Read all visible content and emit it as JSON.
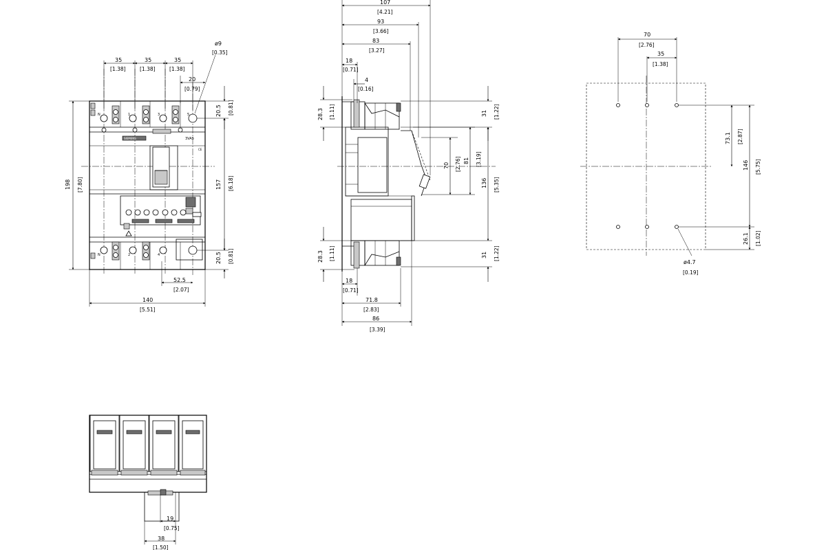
{
  "front_view": {
    "dims": {
      "pitch1": "35",
      "pitch1_in": "[1.38]",
      "pitch2": "35",
      "pitch2_in": "[1.38]",
      "pitch3": "35",
      "pitch3_in": "[1.38]",
      "offset": "20",
      "offset_in": "[0.79]",
      "hole": "ø9",
      "hole_in": "[0.35]",
      "top_terminal": "20.5",
      "top_terminal_in": "[0.81]",
      "height": "198",
      "height_in": "[7.80]",
      "body": "157",
      "body_in": "[6.18]",
      "bottom_terminal": "20.5",
      "bottom_terminal_in": "[0.81]",
      "center_offset": "52.5",
      "center_offset_in": "[2.07]",
      "width": "140",
      "width_in": "[5.51]"
    },
    "labels": {
      "pole_n_top": "N",
      "pole_1": "1",
      "pole_3": "3",
      "pole_5": "5",
      "pole_n_bottom": "N",
      "pole_2": "2",
      "pole_4": "4",
      "brand": "SIEMENS",
      "model": "3VA5",
      "ce": "CE"
    }
  },
  "side_view": {
    "dims": {
      "total_depth": "107",
      "total_depth_in": "[4.21]",
      "depth_93": "93",
      "depth_93_in": "[3.66]",
      "depth_83": "83",
      "depth_83_in": "[3.27]",
      "top_18": "18",
      "top_18_in": "[0.71]",
      "top_4": "4",
      "top_4_in": "[0.16]",
      "left_top": "28.3",
      "left_top_in": "[1.11]",
      "right_top": "31",
      "right_top_in": "[1.22]",
      "handle_70": "70",
      "handle_70_in": "[2.76]",
      "handle_81": "81",
      "handle_81_in": "[3.19]",
      "body_136": "136",
      "body_136_in": "[5.35]",
      "left_bottom": "28.3",
      "left_bottom_in": "[1.11]",
      "right_bottom": "31",
      "right_bottom_in": "[1.22]",
      "bottom_18": "18",
      "bottom_18_in": "[0.71]",
      "depth_718": "71.8",
      "depth_718_in": "[2.83]",
      "depth_86": "86",
      "depth_86_in": "[3.39]"
    }
  },
  "drilling_plan": {
    "dims": {
      "width_70": "70",
      "width_70_in": "[2.76]",
      "width_35": "35",
      "width_35_in": "[1.38]",
      "height_731": "73.1",
      "height_731_in": "[2.87]",
      "height_146": "146",
      "height_146_in": "[5.75]",
      "bottom_261": "26.1",
      "bottom_261_in": "[1.02]",
      "hole": "ø4.7",
      "hole_in": "[0.19]"
    }
  },
  "bottom_view": {
    "dims": {
      "w19": "19",
      "w19_in": "[0.75]",
      "w38": "38",
      "w38_in": "[1.50]"
    }
  }
}
